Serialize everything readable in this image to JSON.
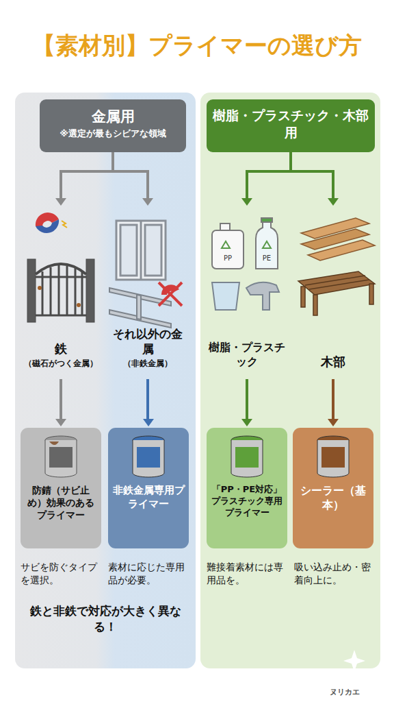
{
  "diagram": {
    "title": "【素材別】プライマーの選び方",
    "nodes": [
      {
        "text": [
          "金属用",
          "※選定が最もシビアな領域"
        ]
      },
      {
        "text": [
          "鉄",
          "（磁石がつく金属）"
        ]
      },
      {
        "text": [
          "それ以外の金属",
          "（非鉄金属）"
        ]
      },
      {
        "text": [
          "防錆（サビ止め）効果のあるプライマー"
        ]
      },
      {
        "text": [
          "非鉄金属専用プライマー"
        ]
      },
      {
        "text": [
          "樹脂・プラスチック・木部用"
        ]
      },
      {
        "text": [
          "樹脂・プラスチック"
        ]
      },
      {
        "text": [
          "木部"
        ]
      },
      {
        "text": [
          "「PP・PE対応」プラスチック専用プライマー"
        ]
      },
      {
        "text": [
          "シーラー（基本）"
        ]
      }
    ],
    "edges": [
      {
        "from": 0,
        "to": 1,
        "arrow": "to"
      },
      {
        "from": 0,
        "to": 2,
        "arrow": "to"
      },
      {
        "from": 1,
        "to": 3,
        "arrow": "to"
      },
      {
        "from": 2,
        "to": 4,
        "arrow": "to"
      },
      {
        "from": 5,
        "to": 6,
        "arrow": "to"
      },
      {
        "from": 5,
        "to": 7,
        "arrow": "to"
      },
      {
        "from": 6,
        "to": 8,
        "arrow": "to"
      },
      {
        "from": 7,
        "to": 9,
        "arrow": "to"
      }
    ],
    "labels": [
      "サビを防ぐタイプを選択。",
      "素材に応じた専用品が必要。",
      "難接着素材には専用品を。",
      "吸い込み止め・密着向上に。",
      "鉄と非鉄で対応が大きく異なる！",
      "PP",
      "PE",
      "ヌリカエ"
    ]
  }
}
